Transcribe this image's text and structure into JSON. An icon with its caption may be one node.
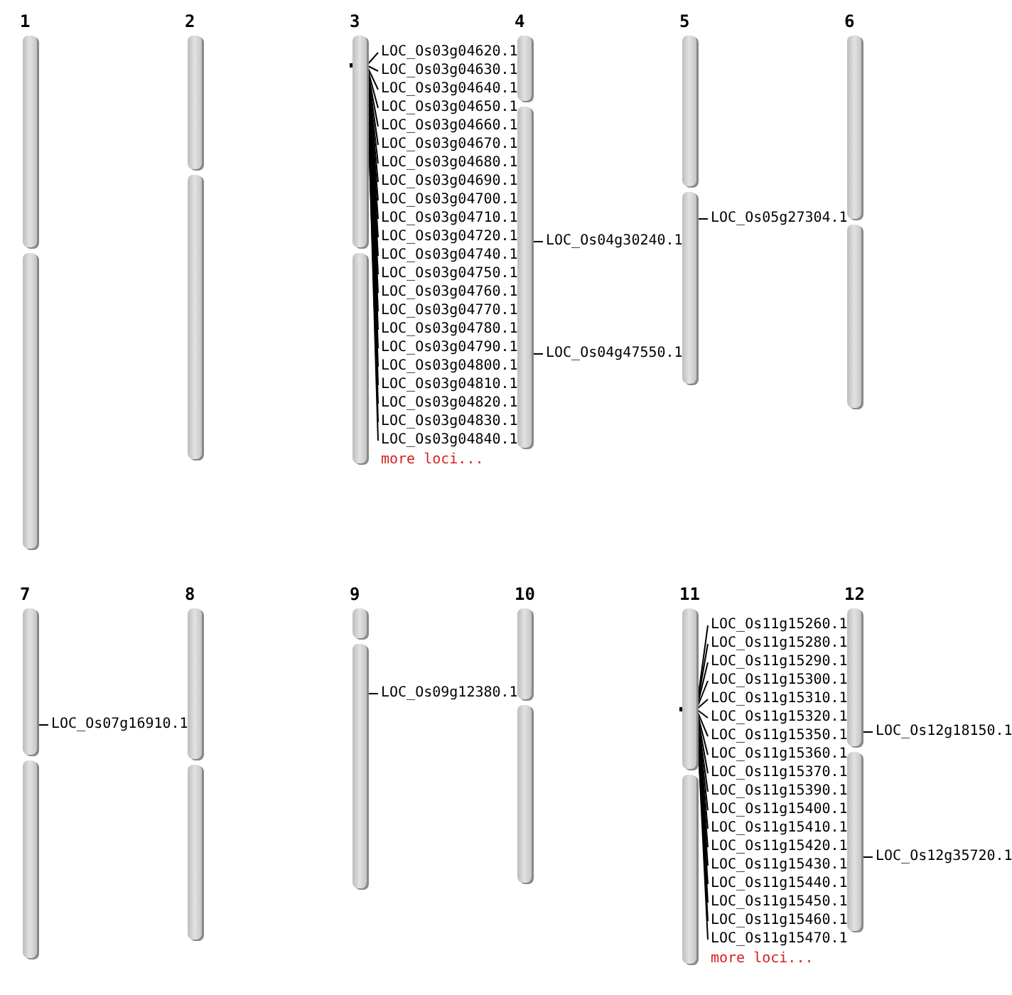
{
  "diagram": {
    "nodes": [
      {
        "text": [
          "1"
        ]
      },
      {
        "text": [
          "2"
        ]
      },
      {
        "text": [
          "3"
        ]
      },
      {
        "text": [
          "4"
        ]
      },
      {
        "text": [
          "5"
        ]
      },
      {
        "text": [
          "6"
        ]
      },
      {
        "text": [
          "7"
        ]
      },
      {
        "text": [
          "8"
        ]
      },
      {
        "text": [
          "9"
        ]
      },
      {
        "text": [
          "10"
        ]
      },
      {
        "text": [
          "11"
        ]
      },
      {
        "text": [
          "12"
        ]
      },
      {
        "text": [
          "LOC_Os03g04620.1"
        ]
      },
      {
        "text": [
          "LOC_Os03g04630.1"
        ]
      },
      {
        "text": [
          "LOC_Os03g04640.1"
        ]
      },
      {
        "text": [
          "LOC_Os03g04650.1"
        ]
      },
      {
        "text": [
          "LOC_Os03g04660.1"
        ]
      },
      {
        "text": [
          "LOC_Os03g04670.1"
        ]
      },
      {
        "text": [
          "LOC_Os03g04680.1"
        ]
      },
      {
        "text": [
          "LOC_Os03g04690.1"
        ]
      },
      {
        "text": [
          "LOC_Os03g04700.1"
        ]
      },
      {
        "text": [
          "LOC_Os03g04710.1"
        ]
      },
      {
        "text": [
          "LOC_Os03g04720.1"
        ]
      },
      {
        "text": [
          "LOC_Os03g04740.1"
        ]
      },
      {
        "text": [
          "LOC_Os03g04750.1"
        ]
      },
      {
        "text": [
          "LOC_Os03g04760.1"
        ]
      },
      {
        "text": [
          "LOC_Os03g04770.1"
        ]
      },
      {
        "text": [
          "LOC_Os03g04780.1"
        ]
      },
      {
        "text": [
          "LOC_Os03g04790.1"
        ]
      },
      {
        "text": [
          "LOC_Os03g04800.1"
        ]
      },
      {
        "text": [
          "LOC_Os03g04810.1"
        ]
      },
      {
        "text": [
          "LOC_Os03g04820.1"
        ]
      },
      {
        "text": [
          "LOC_Os03g04830.1"
        ]
      },
      {
        "text": [
          "LOC_Os03g04840.1"
        ]
      },
      {
        "text": [
          "LOC_Os04g30240.1"
        ]
      },
      {
        "text": [
          "LOC_Os04g47550.1"
        ]
      },
      {
        "text": [
          "LOC_Os05g27304.1"
        ]
      },
      {
        "text": [
          "LOC_Os07g16910.1"
        ]
      },
      {
        "text": [
          "LOC_Os09g12380.1"
        ]
      },
      {
        "text": [
          "LOC_Os11g15260.1"
        ]
      },
      {
        "text": [
          "LOC_Os11g15280.1"
        ]
      },
      {
        "text": [
          "LOC_Os11g15290.1"
        ]
      },
      {
        "text": [
          "LOC_Os11g15300.1"
        ]
      },
      {
        "text": [
          "LOC_Os11g15310.1"
        ]
      },
      {
        "text": [
          "LOC_Os11g15320.1"
        ]
      },
      {
        "text": [
          "LOC_Os11g15350.1"
        ]
      },
      {
        "text": [
          "LOC_Os11g15360.1"
        ]
      },
      {
        "text": [
          "LOC_Os11g15370.1"
        ]
      },
      {
        "text": [
          "LOC_Os11g15390.1"
        ]
      },
      {
        "text": [
          "LOC_Os11g15400.1"
        ]
      },
      {
        "text": [
          "LOC_Os11g15410.1"
        ]
      },
      {
        "text": [
          "LOC_Os11g15420.1"
        ]
      },
      {
        "text": [
          "LOC_Os11g15430.1"
        ]
      },
      {
        "text": [
          "LOC_Os11g15440.1"
        ]
      },
      {
        "text": [
          "LOC_Os11g15450.1"
        ]
      },
      {
        "text": [
          "LOC_Os11g15460.1"
        ]
      },
      {
        "text": [
          "LOC_Os11g15470.1"
        ]
      },
      {
        "text": [
          "LOC_Os12g18150.1"
        ]
      },
      {
        "text": [
          "LOC_Os12g35720.1"
        ]
      }
    ],
    "edges": [
      {
        "from": 12,
        "to": 2,
        "arrow": "none"
      },
      {
        "from": 13,
        "to": 2,
        "arrow": "none"
      },
      {
        "from": 14,
        "to": 2,
        "arrow": "none"
      },
      {
        "from": 15,
        "to": 2,
        "arrow": "none"
      },
      {
        "from": 16,
        "to": 2,
        "arrow": "none"
      },
      {
        "from": 17,
        "to": 2,
        "arrow": "none"
      },
      {
        "from": 18,
        "to": 2,
        "arrow": "none"
      },
      {
        "from": 19,
        "to": 2,
        "arrow": "none"
      },
      {
        "from": 20,
        "to": 2,
        "arrow": "none"
      },
      {
        "from": 21,
        "to": 2,
        "arrow": "none"
      },
      {
        "from": 22,
        "to": 2,
        "arrow": "none"
      },
      {
        "from": 23,
        "to": 2,
        "arrow": "none"
      },
      {
        "from": 24,
        "to": 2,
        "arrow": "none"
      },
      {
        "from": 25,
        "to": 2,
        "arrow": "none"
      },
      {
        "from": 26,
        "to": 2,
        "arrow": "none"
      },
      {
        "from": 27,
        "to": 2,
        "arrow": "none"
      },
      {
        "from": 28,
        "to": 2,
        "arrow": "none"
      },
      {
        "from": 29,
        "to": 2,
        "arrow": "none"
      },
      {
        "from": 30,
        "to": 2,
        "arrow": "none"
      },
      {
        "from": 31,
        "to": 2,
        "arrow": "none"
      },
      {
        "from": 32,
        "to": 2,
        "arrow": "none"
      },
      {
        "from": 33,
        "to": 2,
        "arrow": "none"
      },
      {
        "from": 34,
        "to": 3,
        "arrow": "none"
      },
      {
        "from": 35,
        "to": 3,
        "arrow": "none"
      },
      {
        "from": 36,
        "to": 4,
        "arrow": "none"
      },
      {
        "from": 37,
        "to": 6,
        "arrow": "none"
      },
      {
        "from": 38,
        "to": 8,
        "arrow": "none"
      },
      {
        "from": 39,
        "to": 10,
        "arrow": "none"
      },
      {
        "from": 40,
        "to": 10,
        "arrow": "none"
      },
      {
        "from": 41,
        "to": 10,
        "arrow": "none"
      },
      {
        "from": 42,
        "to": 10,
        "arrow": "none"
      },
      {
        "from": 43,
        "to": 10,
        "arrow": "none"
      },
      {
        "from": 44,
        "to": 10,
        "arrow": "none"
      },
      {
        "from": 45,
        "to": 10,
        "arrow": "none"
      },
      {
        "from": 46,
        "to": 10,
        "arrow": "none"
      },
      {
        "from": 47,
        "to": 10,
        "arrow": "none"
      },
      {
        "from": 48,
        "to": 10,
        "arrow": "none"
      },
      {
        "from": 49,
        "to": 10,
        "arrow": "none"
      },
      {
        "from": 50,
        "to": 10,
        "arrow": "none"
      },
      {
        "from": 51,
        "to": 10,
        "arrow": "none"
      },
      {
        "from": 52,
        "to": 10,
        "arrow": "none"
      },
      {
        "from": 53,
        "to": 10,
        "arrow": "none"
      },
      {
        "from": 54,
        "to": 10,
        "arrow": "none"
      },
      {
        "from": 55,
        "to": 10,
        "arrow": "none"
      },
      {
        "from": 56,
        "to": 10,
        "arrow": "none"
      },
      {
        "from": 57,
        "to": 11,
        "arrow": "none"
      },
      {
        "from": 58,
        "to": 11,
        "arrow": "none"
      }
    ],
    "labels": [
      "more loci...",
      "more loci..."
    ]
  }
}
